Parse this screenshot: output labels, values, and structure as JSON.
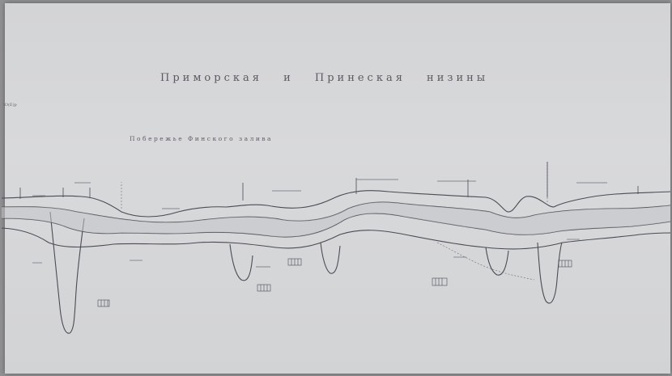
{
  "title": "Приморская и Принеская низины",
  "subtitle": "Побережье Финского залива",
  "margin_label": "Ю(Е)р",
  "colors": {
    "ink": "#4a4c52",
    "paper": "#d6d7d9",
    "shadow": "#909193"
  },
  "icons": [
    "borehole-marker-icon",
    "legend-hatch-icon"
  ]
}
